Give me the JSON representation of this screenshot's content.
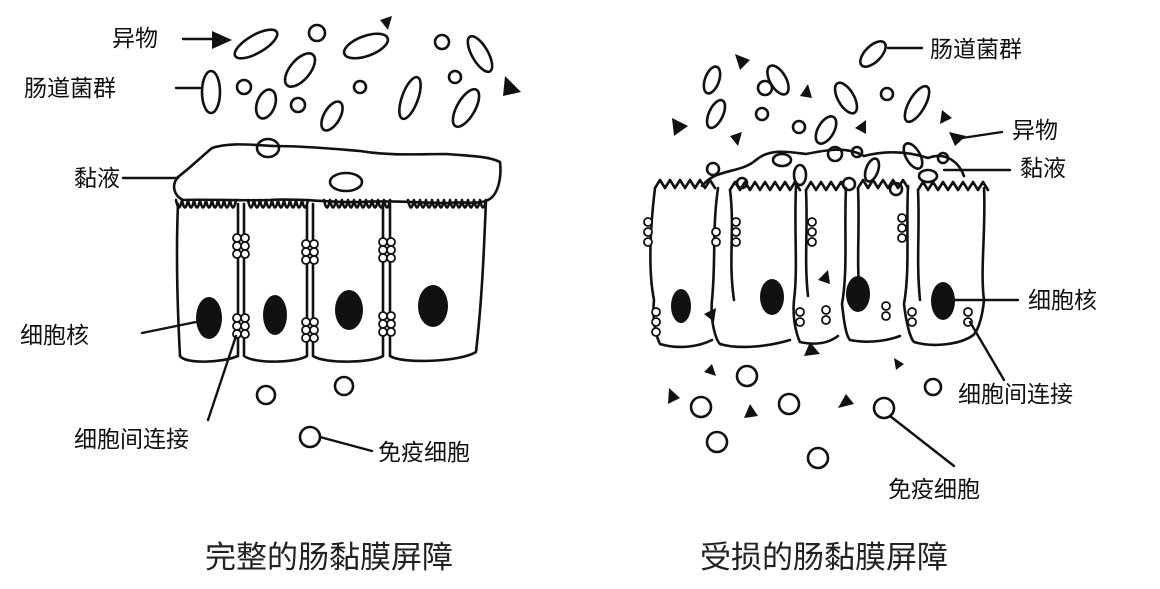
{
  "panels": [
    {
      "id": "intact",
      "caption": "完整的肠黏膜屏障",
      "labels": {
        "foreign": "异物",
        "flora": "肠道菌群",
        "mucus": "黏液",
        "nucleus": "细胞核",
        "junction": "细胞间连接",
        "immune": "免疫细胞"
      }
    },
    {
      "id": "damaged",
      "caption": "受损的肠黏膜屏障",
      "labels": {
        "flora": "肠道菌群",
        "foreign": "异物",
        "mucus": "黏液",
        "nucleus": "细胞核",
        "junction": "细胞间连接",
        "immune": "免疫细胞"
      }
    }
  ],
  "colors": {
    "ink": "#111111",
    "background": "#ffffff",
    "caption": "#222222"
  }
}
